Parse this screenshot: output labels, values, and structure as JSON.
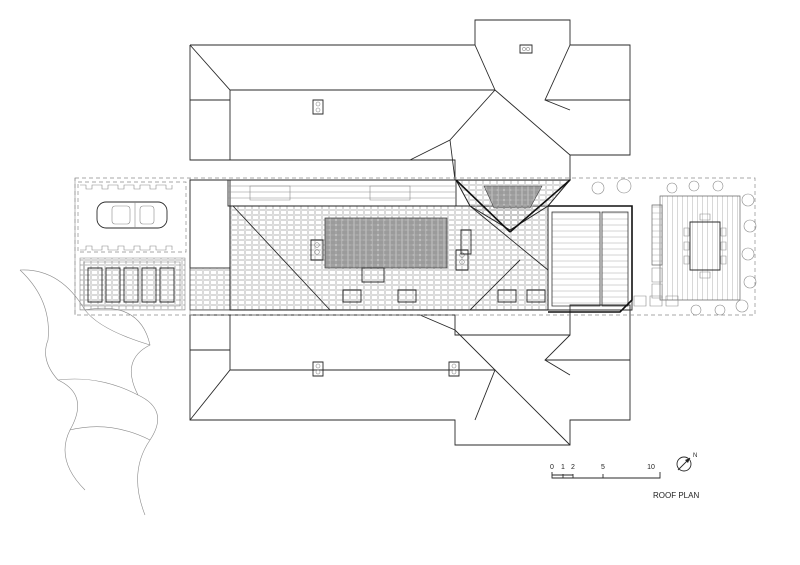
{
  "drawing": {
    "title": "ROOF PLAN",
    "north_label": "N"
  },
  "scale_bar": {
    "ticks": [
      "0",
      "1",
      "2",
      "5",
      "10"
    ]
  }
}
